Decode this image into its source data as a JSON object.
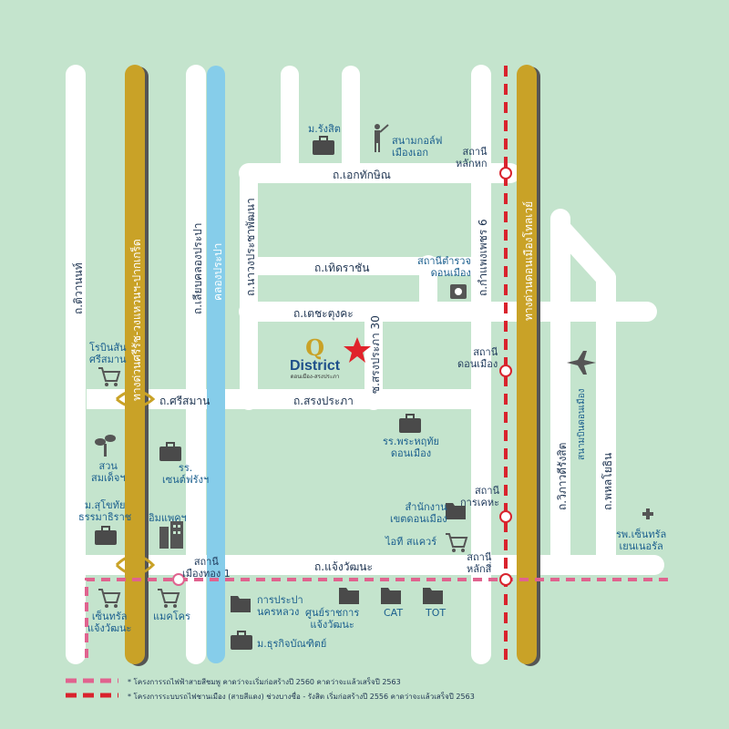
{
  "colors": {
    "background": "#c4e4cd",
    "road": "#ffffff",
    "expressway": "#c9a227",
    "canal": "#86cdea",
    "pink_line": "#e0638f",
    "red_line": "#d9232d",
    "text": "#1d3350",
    "star": "#e0232b"
  },
  "roads": {
    "ekkachai": "ถ.เอกทักษิณ",
    "thoetracha": "ถ.เทิดราชัน",
    "techatungkha": "ถ.เตชะตุงคะ",
    "sriman": "ถ.ศรีสมาน",
    "songprapa": "ถ.สรงประภา",
    "chaengwattana": "ถ.แจ้งวัฒนะ",
    "tiwanon": "ถ.ติวานนท์",
    "liap_khlong_prapa": "ถ.เลียบคลองประปา",
    "nawong_prachaphatthana": "ถ.นาวงประชาพัฒนา",
    "soi_songprapa_30": "ซ.สรงประภา 30",
    "kamphaengphet_6": "ถ.กำแพงเพชร 6",
    "vibhavadi": "ถ.วิภาวดีรังสิต",
    "phahonyothin": "ถ.พหลโยธิน"
  },
  "expressways": {
    "left": "ทางด่วนศรีรัช-วงแหวนฯ-ปากเกร็ด",
    "right": "ทางด่วนดอนเมืองโทลเวย์",
    "canal": "คลองประปา"
  },
  "stations": {
    "lak_hok": [
      "สถานี",
      "หลักหก"
    ],
    "don_mueang": [
      "สถานี",
      "ดอนเมือง"
    ],
    "kan_kheha": [
      "สถานี",
      "การเคหะ"
    ],
    "lak_si": [
      "สถานี",
      "หลักสี่"
    ],
    "mueang_thong": [
      "สถานี",
      "เมืองทอง 1"
    ]
  },
  "places": {
    "rangsit_univ": "ม.รังสิต",
    "golf": [
      "สนามกอล์ฟ",
      "เมืองเอก"
    ],
    "police": [
      "สถานีตำรวจ",
      "ดอนเมือง"
    ],
    "robinson": [
      "โรบินสัน",
      "ศรีสมาน"
    ],
    "phrathai_school": [
      "รร.พระหฤทัย",
      "ดอนเมือง"
    ],
    "park": [
      "สวน",
      "สมเด็จฯ"
    ],
    "st_francis": [
      "รร.",
      "เซนต์ฟรังฯ"
    ],
    "sukhothai_univ": [
      "ม.สุโขทัย",
      "ธรรมาธิราช"
    ],
    "impact": "อิมแพคฯ",
    "don_mueang_district": [
      "สำนักงาน",
      "เขตดอนเมือง"
    ],
    "it_square": "ไอที สแควร์",
    "central_hospital": [
      "รพ.เซ็นทรัล",
      "เยนเนอรัล"
    ],
    "central_chaeng": [
      "เซ็นทรัล",
      "แจ้งวัฒนะ"
    ],
    "makro": "แมคโคร",
    "water_authority": [
      "การประปา",
      "นครหลวง"
    ],
    "gov_center": [
      "ศูนย์ราชการ",
      "แจ้งวัฒนะ"
    ],
    "cat": "CAT",
    "tot": "TOT",
    "bundit_univ": "ม.ธุรกิจบัณฑิตย์",
    "airport": "สนามบินดอนเมือง"
  },
  "logo": {
    "letter": "Q",
    "name": "District",
    "sub": "ดอนเมือง-สรงประภา"
  },
  "legend": {
    "pink": "* โครงการรถไฟฟ้าสายสีชมพู คาดว่าจะเริ่มก่อสร้างปี 2560 คาดว่าจะแล้วเสร็จปี 2563",
    "red": "* โครงการระบบรถไฟชานเมือง (สายสีแดง) ช่วงบางซื่อ - รังสิต เริ่มก่อสร้างปี 2556 คาดว่าจะแล้วเสร็จปี 2563"
  }
}
